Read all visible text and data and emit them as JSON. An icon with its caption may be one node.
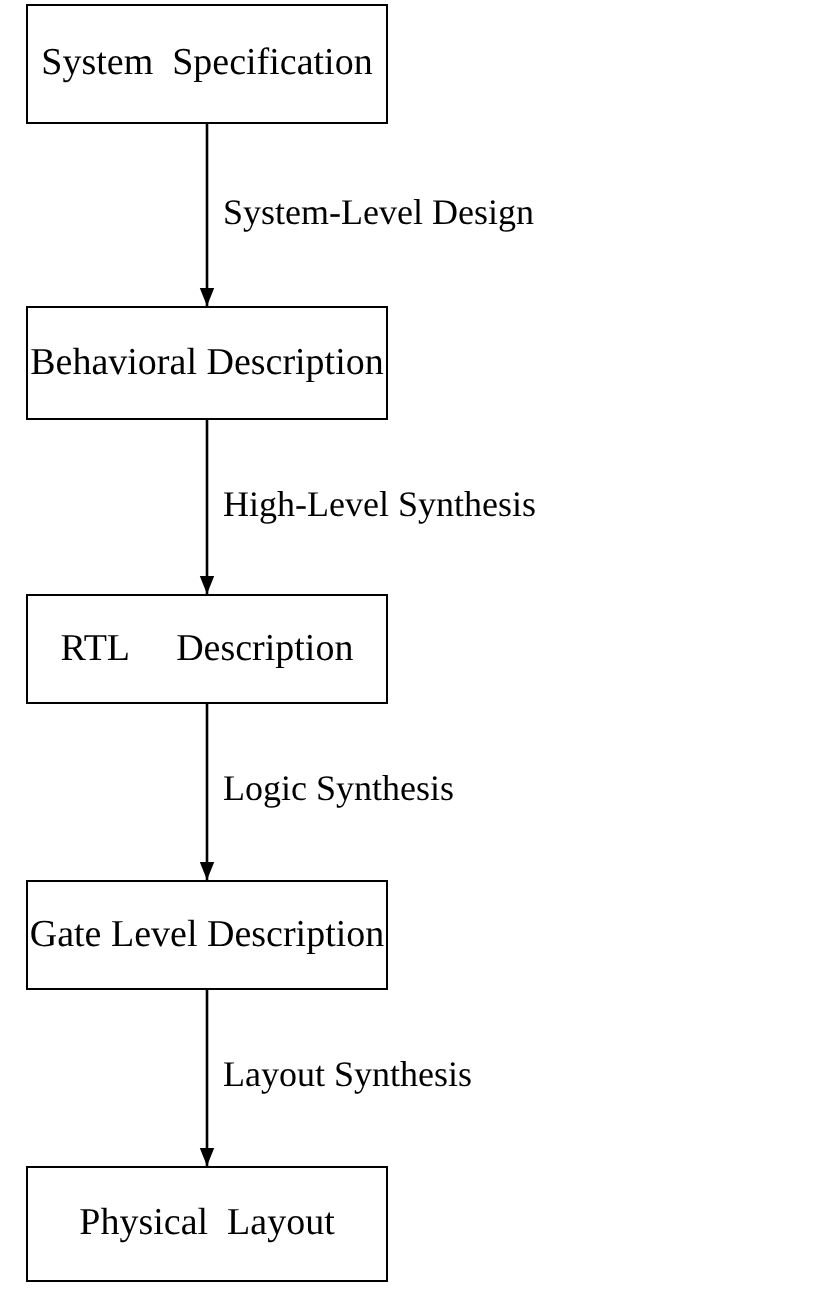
{
  "diagram": {
    "nodes": [
      {
        "text": [
          "System  Specification"
        ]
      },
      {
        "text": [
          "Behavioral Description"
        ]
      },
      {
        "text": [
          "RTL     Description"
        ]
      },
      {
        "text": [
          "Gate Level Description"
        ]
      },
      {
        "text": [
          "Physical  Layout"
        ]
      }
    ],
    "edges": [
      {
        "from": 0,
        "to": 1,
        "arrow": "to",
        "label": "System-Level Design"
      },
      {
        "from": 1,
        "to": 2,
        "arrow": "to",
        "label": "High-Level Synthesis"
      },
      {
        "from": 2,
        "to": 3,
        "arrow": "to",
        "label": "Logic Synthesis"
      },
      {
        "from": 3,
        "to": 4,
        "arrow": "to",
        "label": "Layout Synthesis"
      }
    ]
  }
}
